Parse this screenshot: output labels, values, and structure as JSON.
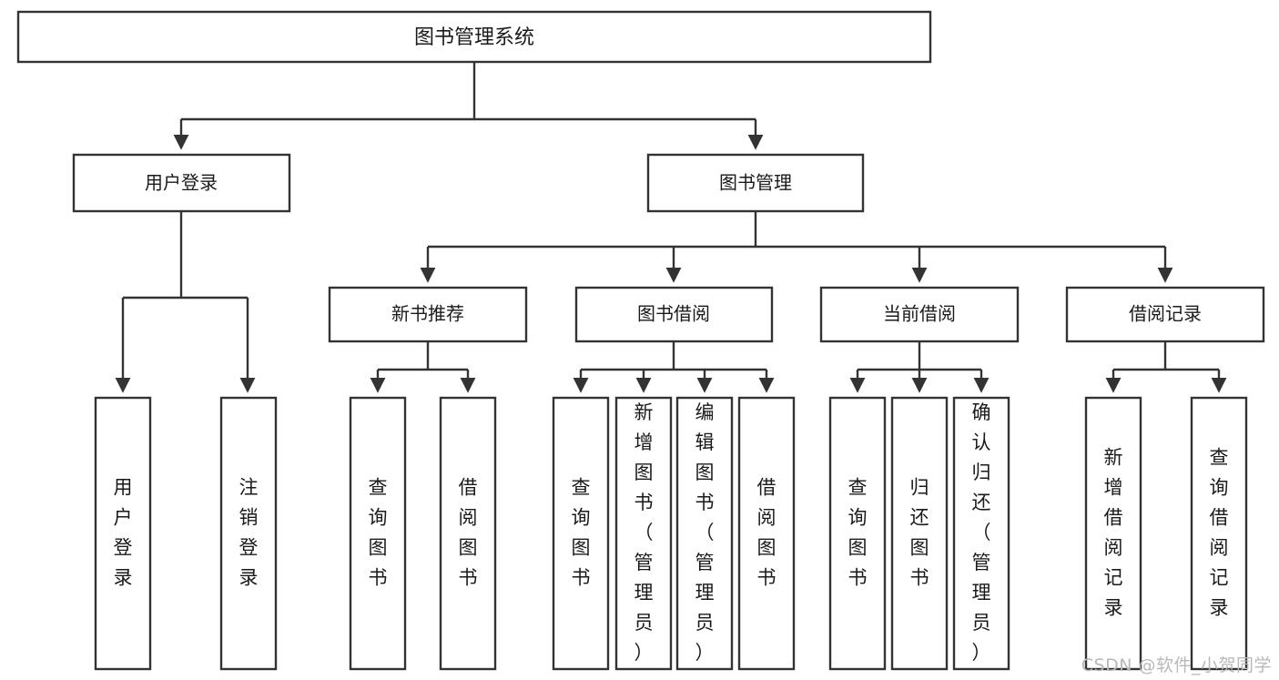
{
  "diagram": {
    "title": "图书管理系统",
    "type": "tree-hierarchy-chart",
    "colors": {
      "stroke": "#333333",
      "box_fill": "#ffffff",
      "text": "#1a1a1a",
      "watermark": "#b9b9b9",
      "background": "#ffffff"
    },
    "root": {
      "label": "图书管理系统"
    },
    "level1": [
      {
        "label": "用户登录"
      },
      {
        "label": "图书管理"
      }
    ],
    "level2": [
      {
        "label": "新书推荐"
      },
      {
        "label": "图书借阅"
      },
      {
        "label": "当前借阅"
      },
      {
        "label": "借阅记录"
      }
    ],
    "leaves": {
      "user_login": [
        {
          "label": "用户登录"
        },
        {
          "label": "注销登录"
        }
      ],
      "new_book_recommend": [
        {
          "label": "查询图书"
        },
        {
          "label": "借阅图书"
        }
      ],
      "book_borrow": [
        {
          "label": "查询图书"
        },
        {
          "label": "新增图书（管理员）"
        },
        {
          "label": "编辑图书（管理员）"
        },
        {
          "label": "借阅图书"
        }
      ],
      "current_borrow": [
        {
          "label": "查询图书"
        },
        {
          "label": "归还图书"
        },
        {
          "label": "确认归还（管理员）"
        }
      ],
      "borrow_record": [
        {
          "label": "新增借阅记录"
        },
        {
          "label": "查询借阅记录"
        }
      ]
    },
    "watermark": "CSDN @软件_小贺同学"
  }
}
